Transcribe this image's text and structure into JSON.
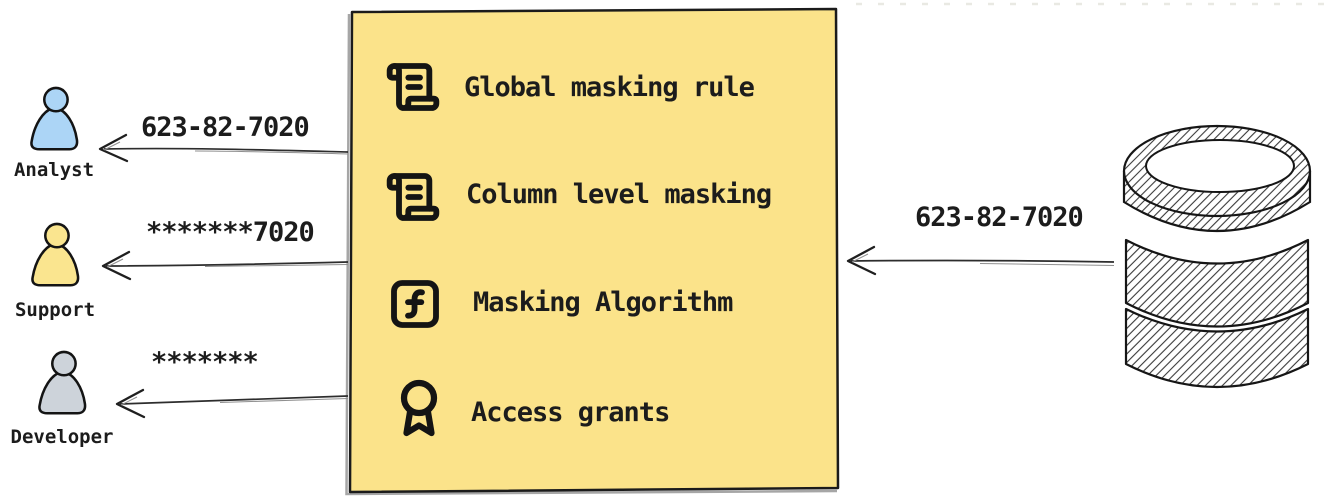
{
  "policy_box": {
    "background": "#FBE38A",
    "border_color": "#1B1B1B",
    "items": [
      {
        "icon": "scroll-text-icon",
        "label": "Global masking rule"
      },
      {
        "icon": "scroll-text-icon",
        "label": "Column level masking"
      },
      {
        "icon": "function-square-icon",
        "label": "Masking Algorithm"
      },
      {
        "icon": "award-icon",
        "label": "Access grants"
      }
    ]
  },
  "users": [
    {
      "role": "Analyst",
      "received_value": "623-82-7020",
      "fill": "#ACD5F6"
    },
    {
      "role": "Support",
      "received_value": "*******7020",
      "fill": "#FAE58F"
    },
    {
      "role": "Developer",
      "received_value": "*******",
      "fill": "#CDD3DA"
    }
  ],
  "database": {
    "icon": "database-icon",
    "outbound_value": "623-82-7020"
  }
}
